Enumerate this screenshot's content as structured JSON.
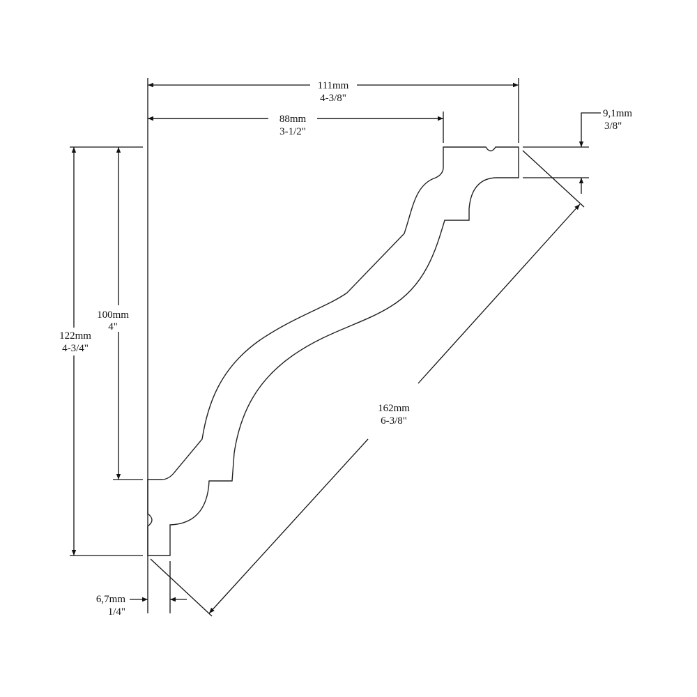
{
  "title": "Crown moulding profile dimensions",
  "dimensions": {
    "overall_width": {
      "mm": "111mm",
      "inch": "4-3/8\""
    },
    "projection": {
      "mm": "88mm",
      "inch": "3-1/2\""
    },
    "top_flat": {
      "mm": "9,1mm",
      "inch": "3/8\""
    },
    "overall_height": {
      "mm": "122mm",
      "inch": "4-3/4\""
    },
    "drop": {
      "mm": "100mm",
      "inch": "4\""
    },
    "face": {
      "mm": "162mm",
      "inch": "6-3/8\""
    },
    "bottom_flat": {
      "mm": "6,7mm",
      "inch": "1/4\""
    }
  },
  "colors": {
    "line": "#111111",
    "background": "#ffffff"
  }
}
